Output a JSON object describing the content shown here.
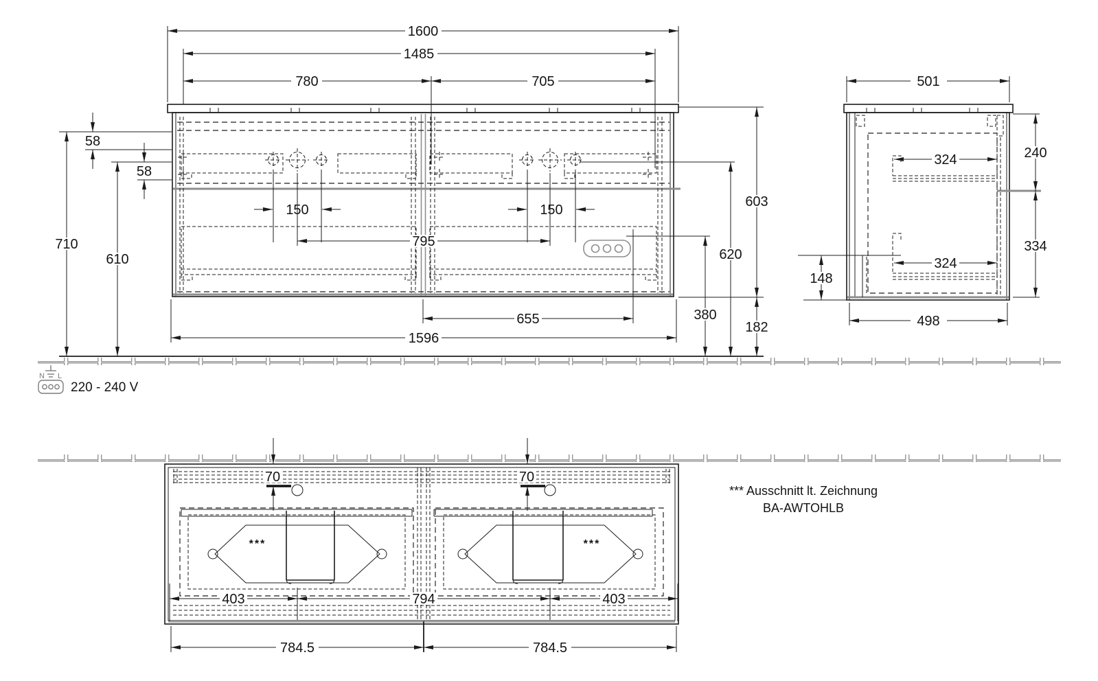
{
  "colors": {
    "line": "#1c1c1c",
    "structure": "#8e8e8e",
    "background": "#ffffff"
  },
  "front_view": {
    "overall_width": "1600",
    "mounting_width": "1485",
    "span_left": "780",
    "span_right": "705",
    "offset_top": "58",
    "offset_mid": "58",
    "height_overall": "710",
    "height_inner": "610",
    "hole_spacing_left": "150",
    "hole_spacing_right": "150",
    "tap_span": "795",
    "drain_span": "655",
    "cabinet_width": "1596",
    "cabinet_height": "603",
    "outlet_height": "620",
    "trap_height": "380",
    "bottom_clearance": "182"
  },
  "side_view": {
    "overall_depth": "501",
    "upper_drawer_height": "240",
    "upper_drawer_depth": "324",
    "lower_drawer_height": "334",
    "lower_drawer_depth": "324",
    "rear_bottom_offset": "148",
    "cabinet_depth": "498"
  },
  "top_view": {
    "faucet_offset_left": "70",
    "faucet_offset_right": "70",
    "cutout_left": "403",
    "center_span": "794",
    "cutout_right": "403",
    "half_left": "784.5",
    "half_right": "784.5",
    "marker_left": "***",
    "marker_right": "***"
  },
  "notes": {
    "voltage": "220 - 240 V",
    "terminal_n": "N",
    "terminal_l": "L",
    "cutout_line1": "*** Ausschnitt lt. Zeichnung",
    "cutout_line2": "BA-AWTOHLB"
  }
}
